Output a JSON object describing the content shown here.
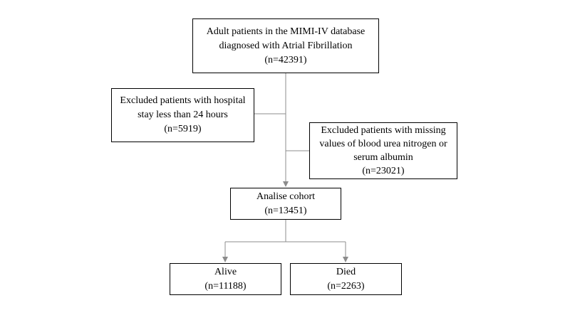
{
  "flowchart": {
    "source": {
      "lines": [
        "Adult patients in the MIMI-IV database",
        "diagnosed with Atrial Fibrillation",
        "(n=42391)"
      ]
    },
    "exclusion_1": {
      "lines": [
        "Excluded patients with hospital",
        "stay less than 24 hours",
        "(n=5919)"
      ]
    },
    "exclusion_2": {
      "lines": [
        "Excluded patients with missing",
        "values of blood urea nitrogen or",
        "serum albumin",
        "(n=23021)"
      ]
    },
    "cohort": {
      "lines": [
        "Analise cohort",
        "(n=13451)"
      ]
    },
    "alive": {
      "lines": [
        "Alive",
        "(n=11188)"
      ]
    },
    "died": {
      "lines": [
        "Died",
        "(n=2263)"
      ]
    }
  },
  "colors": {
    "line": "#8c8c8c",
    "border": "#000000",
    "background": "#ffffff"
  }
}
